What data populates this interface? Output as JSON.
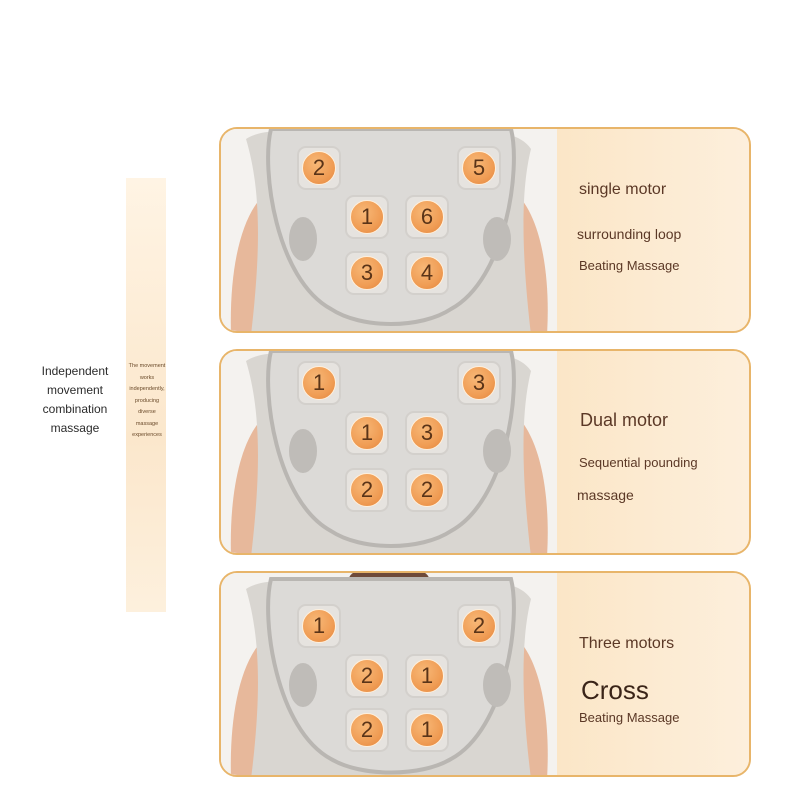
{
  "left": {
    "title_lines": [
      "Independent",
      "movement",
      "combination",
      "massage"
    ],
    "strip_lines": [
      "The movement",
      "works",
      "independently,",
      "producing",
      "diverse",
      "massage",
      "experiences"
    ]
  },
  "colors": {
    "accent": "#e8b56a",
    "node": "#f09d55",
    "text": "#5b3826"
  },
  "panels": [
    {
      "nodes": [
        "2",
        "5",
        "1",
        "6",
        "3",
        "4"
      ],
      "line1": "single motor",
      "line2": "surrounding loop",
      "line3": "Beating Massage"
    },
    {
      "nodes": [
        "1",
        "3",
        "1",
        "3",
        "2",
        "2"
      ],
      "line1": "Dual motor",
      "line2": "Sequential pounding",
      "line3": "massage"
    },
    {
      "nodes": [
        "1",
        "2",
        "2",
        "1",
        "2",
        "1"
      ],
      "line1": "Three motors",
      "line2": "Cross",
      "line3": "Beating Massage"
    }
  ]
}
